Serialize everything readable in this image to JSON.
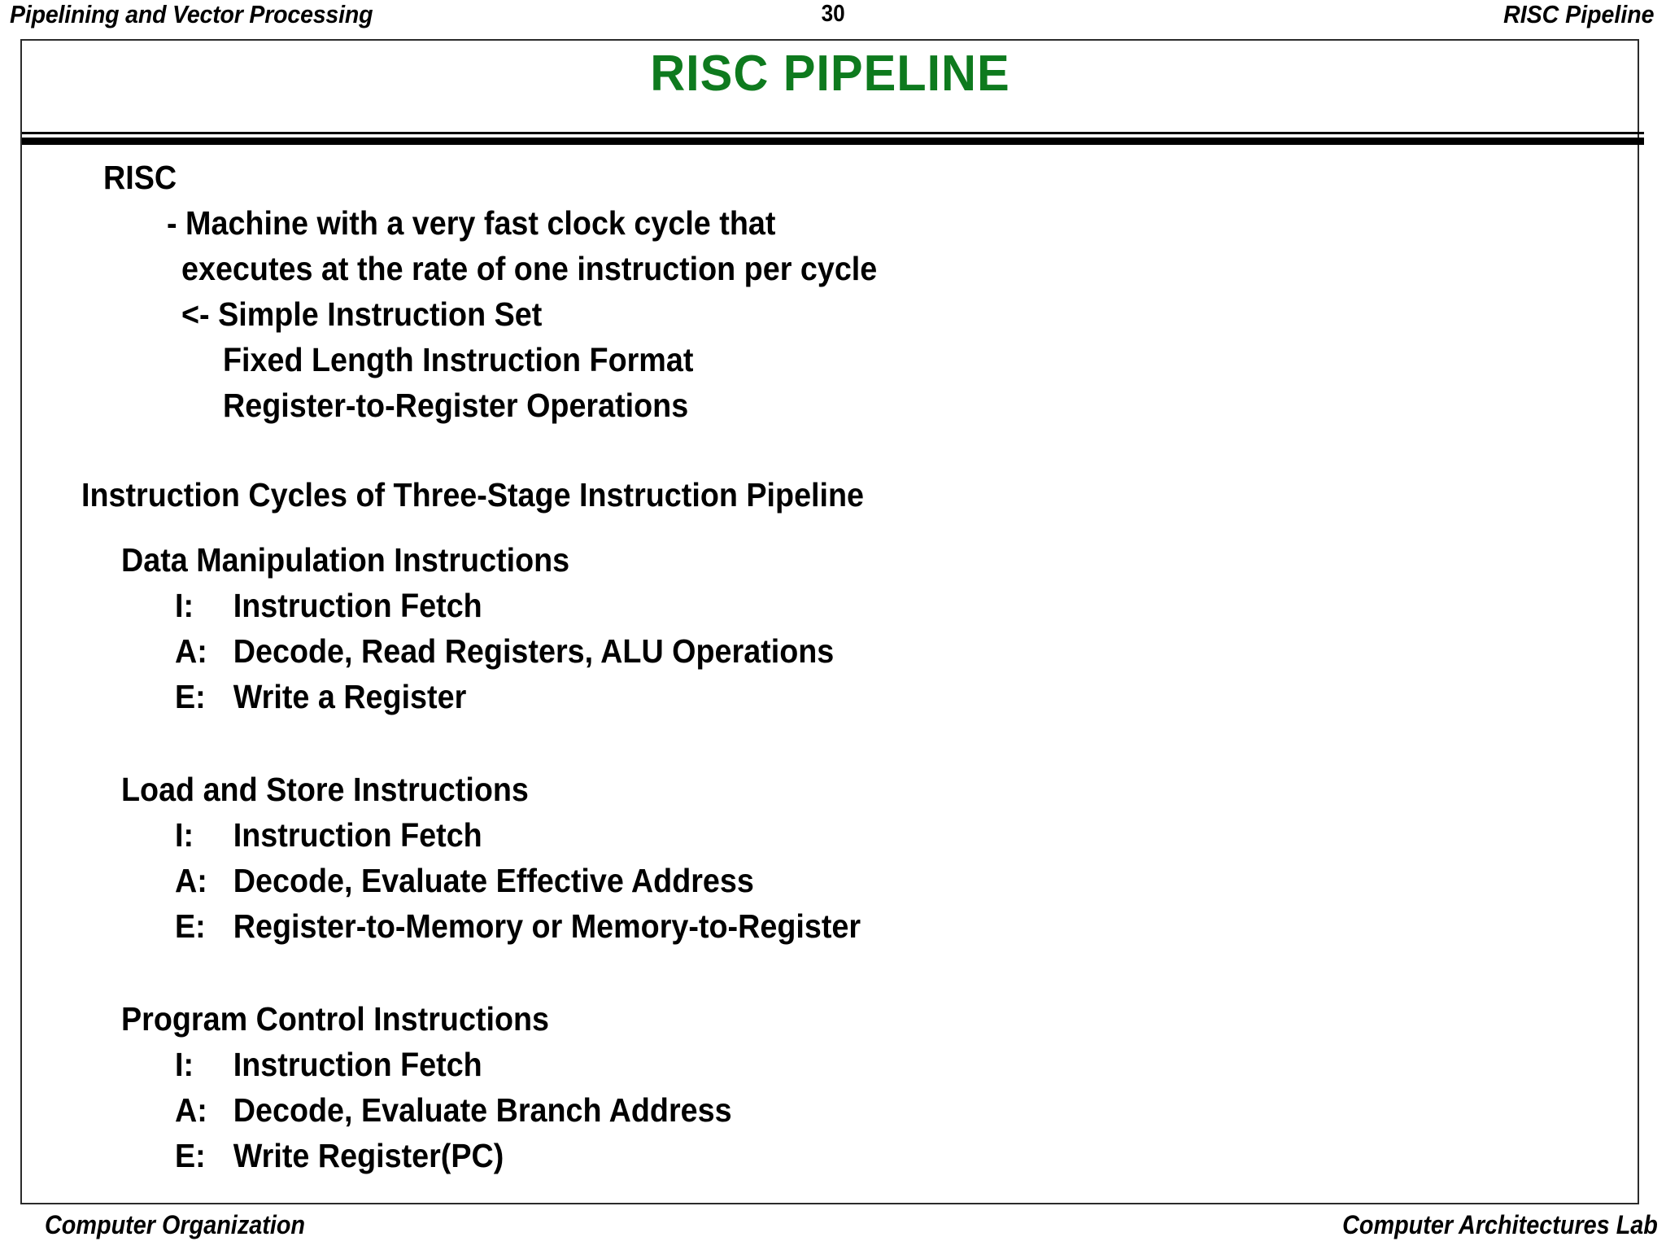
{
  "header": {
    "left": "Pipelining and Vector Processing",
    "page_number": "30",
    "right": "RISC Pipeline"
  },
  "slide": {
    "title": "RISC  PIPELINE",
    "title_color": "#0e7a1e",
    "intro": {
      "heading": "RISC",
      "lines": [
        "- Machine with a very fast clock cycle that",
        "executes at the rate of one instruction per cycle",
        "<- Simple Instruction Set",
        "Fixed Length Instruction Format",
        "Register-to-Register Operations"
      ]
    },
    "section_heading": "Instruction Cycles of Three-Stage Instruction Pipeline",
    "groups": [
      {
        "title": "Data Manipulation Instructions",
        "stages": [
          {
            "key": "I:",
            "desc": "Instruction Fetch"
          },
          {
            "key": "A:",
            "desc": "Decode, Read Registers, ALU Operations"
          },
          {
            "key": "E:",
            "desc": "Write a Register"
          }
        ]
      },
      {
        "title": "Load and Store Instructions",
        "stages": [
          {
            "key": "I:",
            "desc": "Instruction Fetch"
          },
          {
            "key": "A:",
            "desc": "Decode, Evaluate Effective Address"
          },
          {
            "key": "E:",
            "desc": "Register-to-Memory or Memory-to-Register"
          }
        ]
      },
      {
        "title": "Program Control Instructions",
        "stages": [
          {
            "key": "I:",
            "desc": "Instruction Fetch"
          },
          {
            "key": "A:",
            "desc": "Decode, Evaluate Branch Address"
          },
          {
            "key": "E:",
            "desc": "Write Register(PC)"
          }
        ]
      }
    ]
  },
  "footer": {
    "left": "Computer Organization",
    "right": "Computer Architectures Lab"
  }
}
